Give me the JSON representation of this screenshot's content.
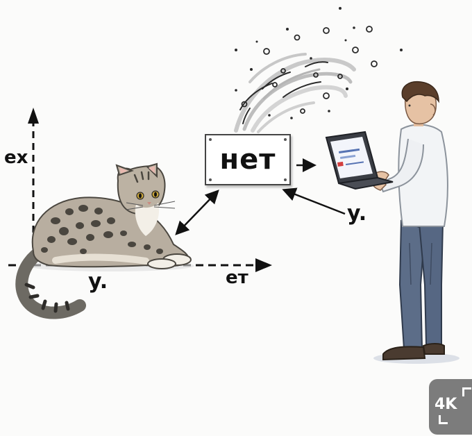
{
  "diagram": {
    "axis_y_label": "ex",
    "axis_x_label": "eт",
    "cat_label": "y.",
    "box_word": "нет",
    "person_label": "y.",
    "arrow_from_box_glyph": "→"
  },
  "badge": {
    "text": "4K"
  }
}
